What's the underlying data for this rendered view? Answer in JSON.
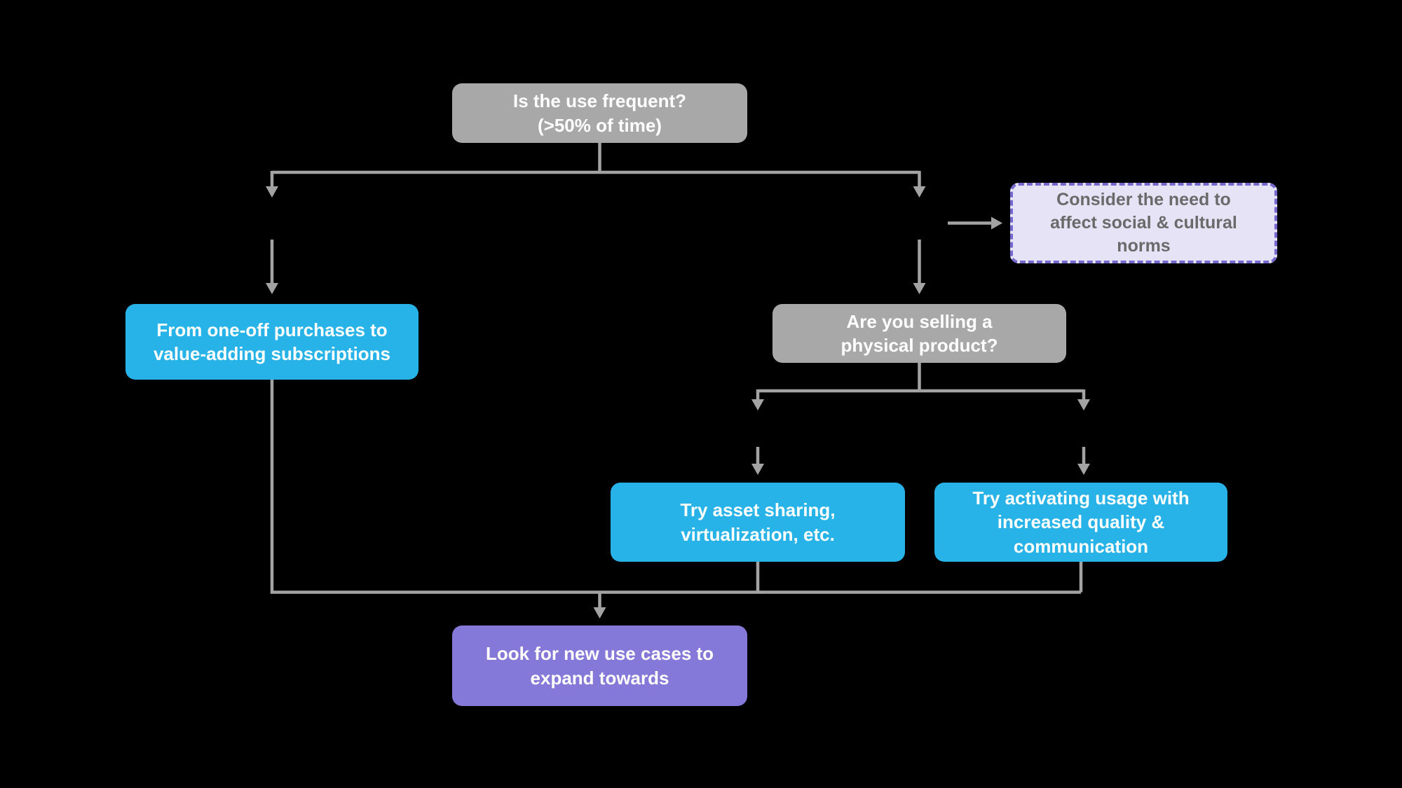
{
  "flowchart": {
    "background_color": "#000000",
    "connector_color": "#a3a3a3",
    "colors": {
      "question_box": "#a8a8a8",
      "action_box": "#27b3e8",
      "result_box": "#8478d8",
      "note_fill": "#e7e3f6",
      "note_border": "#7568ce",
      "note_text": "#6a6a6a",
      "box_text": "#ffffff"
    },
    "nodes": {
      "frequent_use": {
        "type": "question",
        "label": "Is the use frequent?\n(>50% of time)"
      },
      "consider_norms": {
        "type": "note",
        "label": "Consider the need to\naffect social & cultural\nnorms"
      },
      "subscriptions": {
        "type": "action",
        "label": "From one-off purchases to\nvalue-adding subscriptions"
      },
      "physical_product": {
        "type": "question",
        "label": "Are you selling a\nphysical product?"
      },
      "asset_sharing": {
        "type": "action",
        "label": "Try asset sharing,\nvirtualization, etc."
      },
      "activate_usage": {
        "type": "action",
        "label": "Try activating usage with\nincreased quality &\ncommunication"
      },
      "new_use_cases": {
        "type": "result",
        "label": "Look for new use cases to\nexpand towards"
      }
    }
  }
}
